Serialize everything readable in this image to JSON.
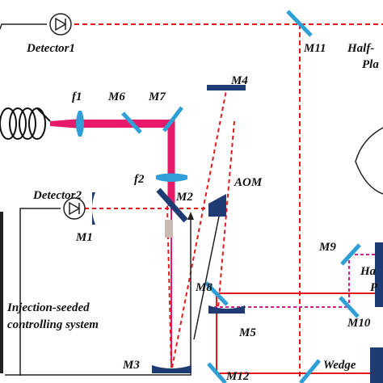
{
  "labels": {
    "detector1": "Detector1",
    "detector2": "Detector2",
    "m11": "M11",
    "half_wave_line1": "Half-",
    "half_wave_line2": "Pla",
    "f1": "f1",
    "m6": "M6",
    "m7": "M7",
    "m4": "M4",
    "f2": "f2",
    "m2": "M2",
    "aom": "AOM",
    "m1": "M1",
    "m9": "M9",
    "ha_line1": "Ha",
    "ha_line2": "P",
    "m8": "M8",
    "m10": "M10",
    "m5": "M5",
    "injection_line1": "Injection-seeded",
    "injection_line2": "controlling system",
    "m3": "M3",
    "m12": "M12",
    "wedge": "Wedge"
  },
  "colors": {
    "red_beam": "#e31a1c",
    "pump_beam": "#e6196b",
    "magenta_dash": "#d61e8c",
    "mirror_cyan": "#2f9fd6",
    "mirror_navy": "#1f3b73",
    "wire": "#222222",
    "text": "#111111"
  }
}
